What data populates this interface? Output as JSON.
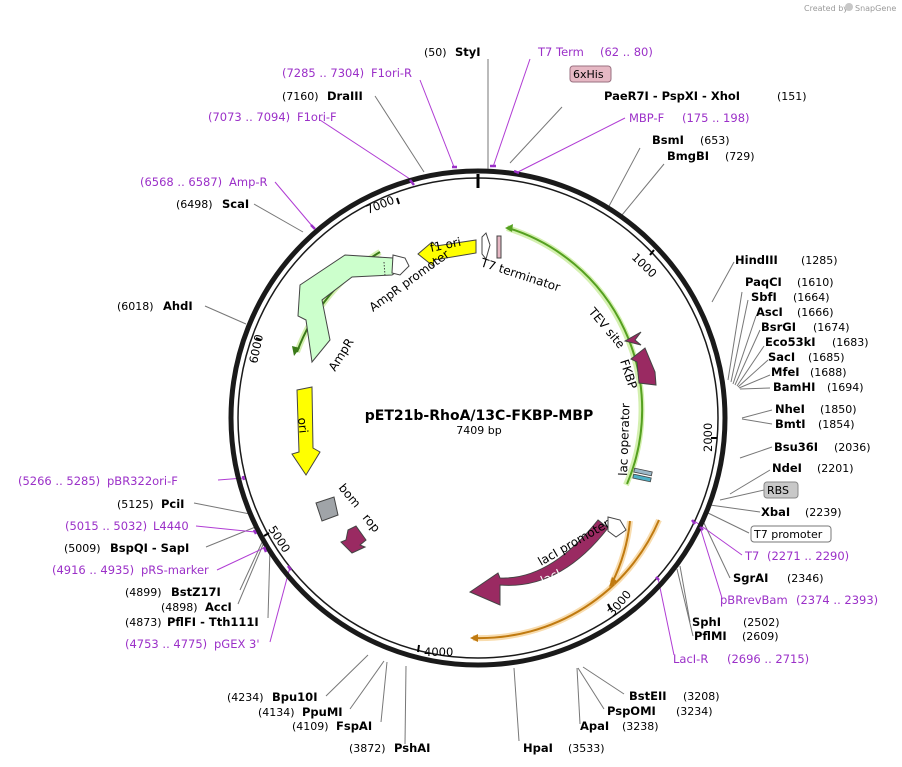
{
  "credit": {
    "text": "Created by",
    "brand": "SnapGene"
  },
  "plasmid": {
    "name": "pET21b-RhoA/13C-FKBP-MBP",
    "size": "7409 bp"
  },
  "ticks": [
    "1000",
    "2000",
    "3000",
    "4000",
    "5000",
    "6000",
    "7000"
  ],
  "enzymes": [
    {
      "pos": "(50)",
      "name": "StyI"
    },
    {
      "pos": "(151)",
      "name": "PaeR7I  -  PspXI  -  XhoI"
    },
    {
      "pos": "(653)",
      "name": "BsmI"
    },
    {
      "pos": "(729)",
      "name": "BmgBI"
    },
    {
      "pos": "(1285)",
      "name": "HindIII"
    },
    {
      "pos": "(1610)",
      "name": "PaqCI"
    },
    {
      "pos": "(1664)",
      "name": "SbfI"
    },
    {
      "pos": "(1666)",
      "name": "AscI"
    },
    {
      "pos": "(1674)",
      "name": "BsrGI"
    },
    {
      "pos": "(1683)",
      "name": "Eco53kI"
    },
    {
      "pos": "(1685)",
      "name": "SacI"
    },
    {
      "pos": "(1688)",
      "name": "MfeI"
    },
    {
      "pos": "(1694)",
      "name": "BamHI"
    },
    {
      "pos": "(1850)",
      "name": "NheI"
    },
    {
      "pos": "(1854)",
      "name": "BmtI"
    },
    {
      "pos": "(2036)",
      "name": "Bsu36I"
    },
    {
      "pos": "(2201)",
      "name": "NdeI"
    },
    {
      "pos": "(2239)",
      "name": "XbaI"
    },
    {
      "pos": "(2346)",
      "name": "SgrAI"
    },
    {
      "pos": "(2502)",
      "name": "SphI"
    },
    {
      "pos": "(2609)",
      "name": "PflMI"
    },
    {
      "pos": "(3208)",
      "name": "BstEII"
    },
    {
      "pos": "(3234)",
      "name": "PspOMI"
    },
    {
      "pos": "(3238)",
      "name": "ApaI"
    },
    {
      "pos": "(3533)",
      "name": "HpaI"
    },
    {
      "pos": "(3872)",
      "name": "PshAI"
    },
    {
      "pos": "(4109)",
      "name": "FspAI"
    },
    {
      "pos": "(4134)",
      "name": "PpuMI"
    },
    {
      "pos": "(4234)",
      "name": "Bpu10I"
    },
    {
      "pos": "(4873)",
      "name": "PflFI  -  Tth111I"
    },
    {
      "pos": "(4898)",
      "name": "AccI"
    },
    {
      "pos": "(4899)",
      "name": "BstZ17I"
    },
    {
      "pos": "(5009)",
      "name": "BspQI  -  SapI"
    },
    {
      "pos": "(5125)",
      "name": "PciI"
    },
    {
      "pos": "(6018)",
      "name": "AhdI"
    },
    {
      "pos": "(6498)",
      "name": "ScaI"
    },
    {
      "pos": "(7160)",
      "name": "DraIII"
    }
  ],
  "primers": [
    {
      "name": "T7 Term",
      "range": "(62 .. 80)"
    },
    {
      "name": "MBP-F",
      "range": "(175 .. 198)"
    },
    {
      "name": "F1ori-R",
      "range": "(7285 .. 7304)"
    },
    {
      "name": "F1ori-F",
      "range": "(7073 .. 7094)"
    },
    {
      "name": "Amp-R",
      "range": "(6568 .. 6587)"
    },
    {
      "name": "pBR322ori-F",
      "range": "(5266 .. 5285)"
    },
    {
      "name": "L4440",
      "range": "(5015 .. 5032)"
    },
    {
      "name": "pRS-marker",
      "range": "(4916 .. 4935)"
    },
    {
      "name": "pGEX 3'",
      "range": "(4753 .. 4775)"
    },
    {
      "name": "T7",
      "range": "(2271 .. 2290)"
    },
    {
      "name": "pBRrevBam",
      "range": "(2374 .. 2393)"
    },
    {
      "name": "LacI-R",
      "range": "(2696 .. 2715)"
    }
  ],
  "boxed": {
    "his": "6xHis",
    "rbs": "RBS",
    "t7promoter": "T7 promoter"
  },
  "features": {
    "t7term": "T7 terminator",
    "f1ori": "f1 ori",
    "ampr_promoter": "AmpR promoter",
    "ampr": "AmpR",
    "ori": "ori",
    "bom": "bom",
    "rop": "rop",
    "tev": "TEV site",
    "fkbp": "FKBP",
    "lac_operator": "lac operator",
    "laci_promoter": "lacI promoter",
    "laci": "lacI"
  },
  "colors": {
    "primer": "#9b30c8",
    "feature_maroon": "#9a2a62",
    "ori_yellow": "#ffff00",
    "ampr_green": "#ccffcc",
    "orf_green": "#66aa22",
    "orf_orange": "#c97d14",
    "his_box": "#e6b8c4"
  }
}
